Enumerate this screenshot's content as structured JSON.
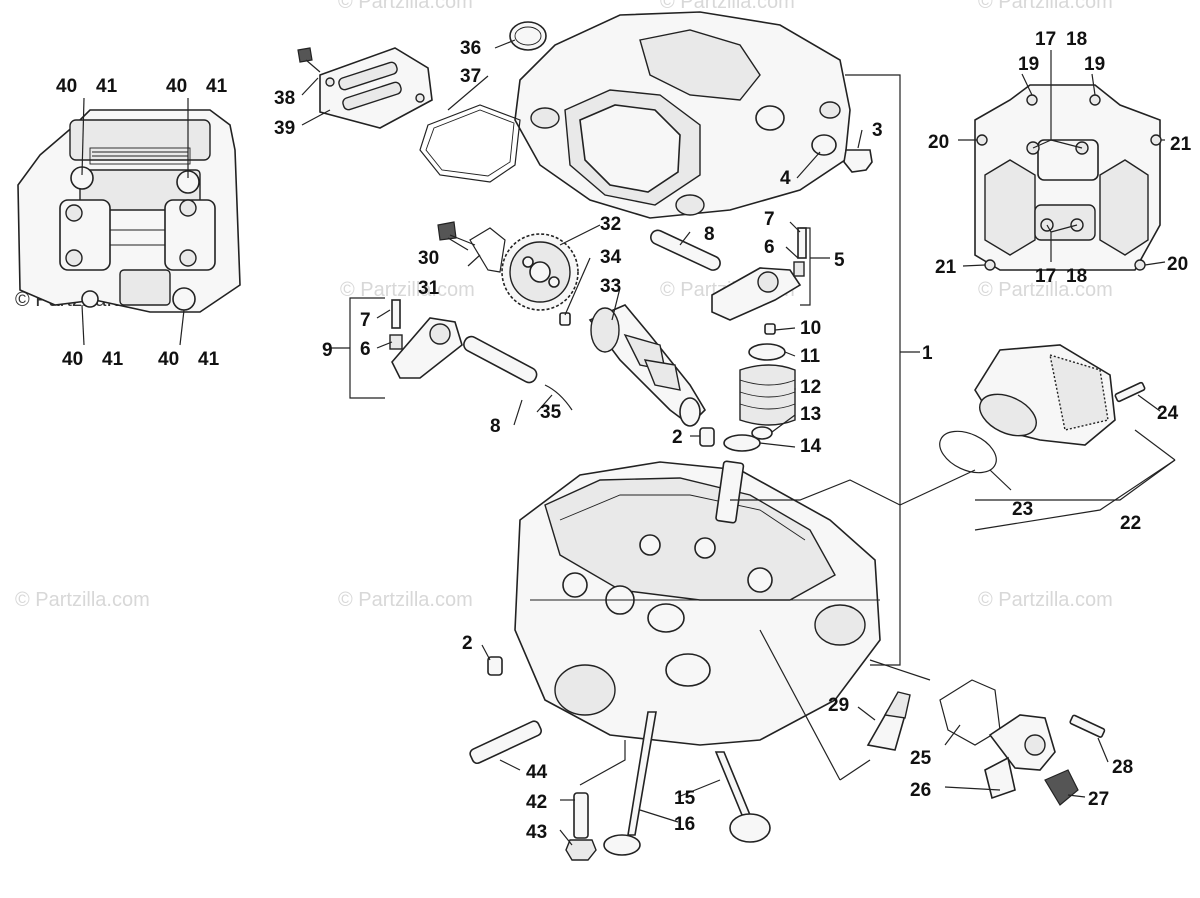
{
  "watermark": "© Partzilla.com",
  "callouts": {
    "c1": "1",
    "c2a": "2",
    "c2b": "2",
    "c3": "3",
    "c4": "4",
    "c5": "5",
    "c6a": "6",
    "c6b": "6",
    "c7a": "7",
    "c7b": "7",
    "c8a": "8",
    "c8b": "8",
    "c9": "9",
    "c10": "10",
    "c11": "11",
    "c12": "12",
    "c13": "13",
    "c14": "14",
    "c15": "15",
    "c16": "16",
    "c1718a": "17",
    "c1718a2": "18",
    "c1718b": "17",
    "c1718b2": "18",
    "c19a": "19",
    "c19b": "19",
    "c20a": "20",
    "c20b": "20",
    "c21a": "21",
    "c21b": "21",
    "c22": "22",
    "c23": "23",
    "c24": "24",
    "c25": "25",
    "c26": "26",
    "c27": "27",
    "c28": "28",
    "c29": "29",
    "c30": "30",
    "c31": "31",
    "c32": "32",
    "c33": "33",
    "c34": "34",
    "c35": "35",
    "c36": "36",
    "c37": "37",
    "c38": "38",
    "c39": "39",
    "c40a": "40",
    "c41a": "41",
    "c40b": "40",
    "c41b": "41",
    "c40c": "40",
    "c41c": "41",
    "c40d": "40",
    "c41d": "41",
    "c42": "42",
    "c43": "43",
    "c44": "44"
  }
}
